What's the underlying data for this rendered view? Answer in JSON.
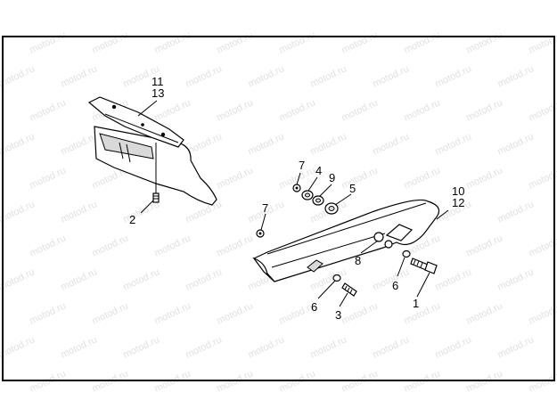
{
  "watermark": {
    "text": "motod.ru"
  },
  "colors": {
    "ink": "#000000",
    "paper": "#ffffff",
    "watermark": "#c8c8c8",
    "shade": "#d9d9d9"
  },
  "labels": {
    "l11": "11",
    "l13": "13",
    "l2": "2",
    "l7a": "7",
    "l4": "4",
    "l9": "9",
    "l5": "5",
    "l7b": "7",
    "l10": "10",
    "l12": "12",
    "l8": "8",
    "l6a": "6",
    "l6b": "6",
    "l3": "3",
    "l1": "1"
  }
}
